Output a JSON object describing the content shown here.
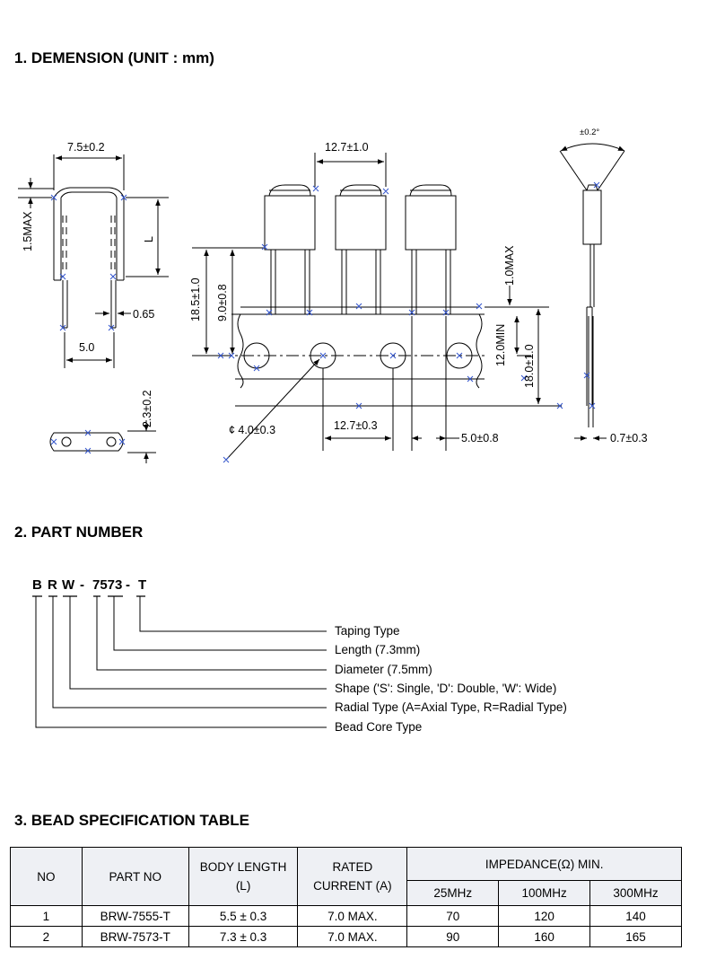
{
  "sections": {
    "dimension_title": "1. DEMENSION (UNIT : mm)",
    "part_number_title": "2. PART NUMBER",
    "spec_title": "3. BEAD SPECIFICATION TABLE"
  },
  "dimension_labels": {
    "width": "7.5±0.2",
    "max_top": "1.5MAX",
    "length": "L",
    "lead_dia": "0.65",
    "lead_pitch": "5.0",
    "thickness": "2.3±0.2",
    "pitch_top": "12.7±1.0",
    "height_total": "18.5±1.0",
    "height_lead": "9.0±0.8",
    "tape_max": "1.0MAX",
    "tape_min": "12.0MIN",
    "tape_width": "18.0±1.0",
    "hole_dia": "¢ 4.0±0.3",
    "hole_pitch": "12.7±0.3",
    "offset": "5.0±0.8",
    "angle": "±0.2°",
    "tape_thick": "0.7±0.3"
  },
  "part_number": {
    "code": [
      "B",
      "R",
      "W",
      "-",
      "7573",
      "-",
      "T"
    ],
    "labels": [
      "Taping Type",
      "Length (7.3mm)",
      "Diameter (7.5mm)",
      "Shape ('S': Single, 'D': Double, 'W': Wide)",
      "Radial Type (A=Axial Type,  R=Radial Type)",
      "Bead Core Type"
    ]
  },
  "spec_table": {
    "headers": {
      "no": "NO",
      "part_no": "PART NO",
      "body_length": "BODY LENGTH",
      "body_length_unit": "(L)",
      "rated": "RATED",
      "rated_unit": "CURRENT (A)",
      "impedance": "IMPEDANCE(Ω) MIN.",
      "freq": [
        "25MHz",
        "100MHz",
        "300MHz"
      ]
    },
    "rows": [
      {
        "no": "1",
        "part": "BRW-7555-T",
        "length": "5.5 ± 0.3",
        "current": "7.0 MAX.",
        "z25": "70",
        "z100": "120",
        "z300": "140"
      },
      {
        "no": "2",
        "part": "BRW-7573-T",
        "length": "7.3 ± 0.3",
        "current": "7.0 MAX.",
        "z25": "90",
        "z100": "160",
        "z300": "165"
      }
    ]
  }
}
